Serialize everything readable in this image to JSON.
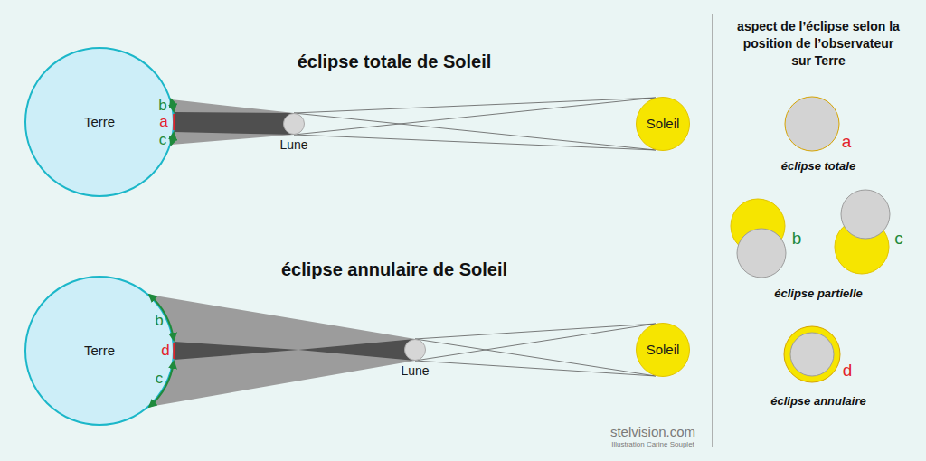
{
  "diagram": {
    "nodes": [
      {
        "text": [
          "Terre"
        ]
      },
      {
        "text": [
          "Lune"
        ]
      },
      {
        "text": [
          "Soleil"
        ]
      },
      {
        "text": [
          "Terre"
        ]
      },
      {
        "text": [
          "Lune"
        ]
      },
      {
        "text": [
          "Soleil"
        ]
      }
    ],
    "labels": [
      "éclipse totale de Soleil",
      "a",
      "b",
      "c",
      "éclipse annulaire de Soleil",
      "d",
      "b",
      "c",
      "aspect de l’éclipse selon la position de l’observateur sur Terre",
      "a",
      "éclipse totale",
      "b",
      "c",
      "éclipse partielle",
      "d",
      "éclipse annulaire",
      "stelvision.com",
      "Illustration Carine Souplet"
    ]
  }
}
